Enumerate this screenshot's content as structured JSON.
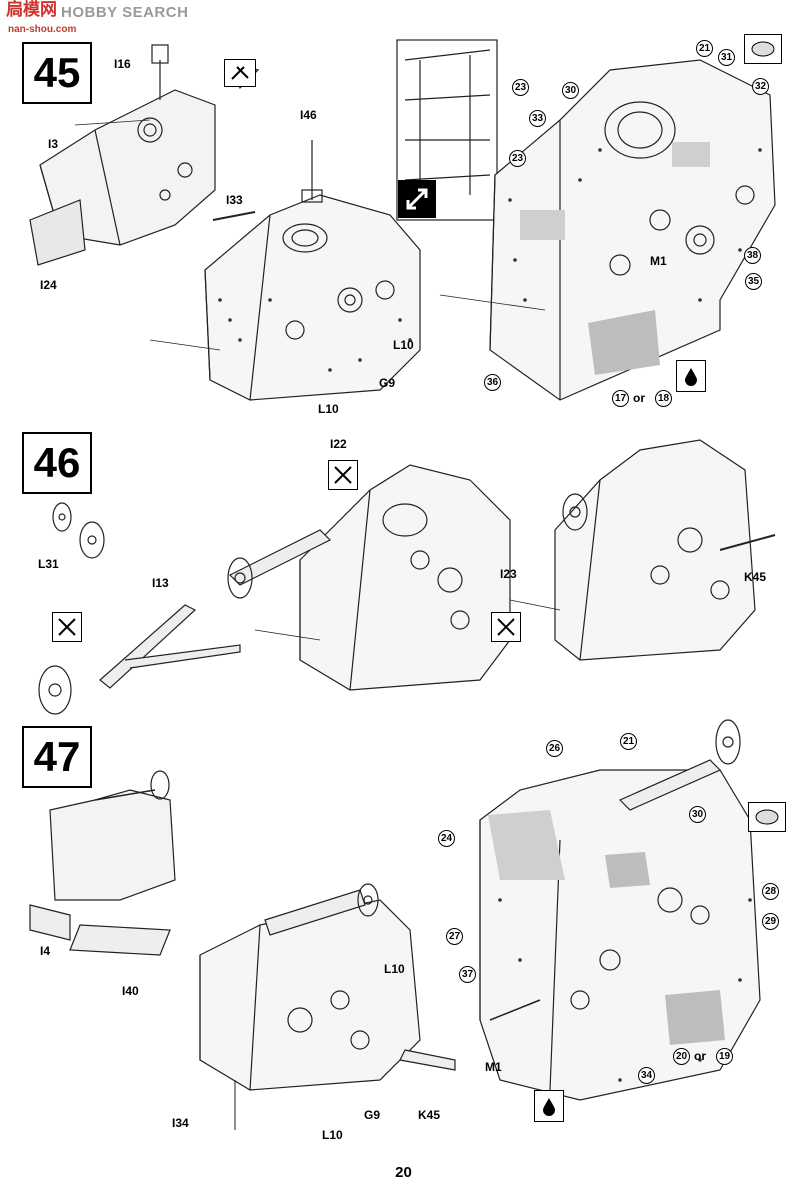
{
  "watermark": {
    "logo": "扃模网",
    "search": "HOBBY SEARCH",
    "url": "nan-shou.com"
  },
  "page_number": "20",
  "steps": [
    {
      "number": "45",
      "part_labels": [
        "I16",
        "I3",
        "I24",
        "I46",
        "I33",
        "L10",
        "G9",
        "L10",
        "M1"
      ],
      "circled_refs": [
        "21",
        "31",
        "32",
        "23",
        "30",
        "33",
        "23",
        "38",
        "35",
        "36",
        "17",
        "18"
      ],
      "or_text": "or",
      "icons": [
        "glue-icon",
        "flip-icon",
        "paint-drop-icon",
        "swatch-icon"
      ]
    },
    {
      "number": "46",
      "part_labels": [
        "L31",
        "I13",
        "I22",
        "I23",
        "K45"
      ],
      "icons": [
        "no-glue-icon",
        "no-glue-icon",
        "no-glue-icon"
      ]
    },
    {
      "number": "47",
      "part_labels": [
        "I4",
        "I40",
        "L10",
        "I34",
        "G9",
        "L10",
        "K45",
        "M1"
      ],
      "circled_refs": [
        "26",
        "21",
        "24",
        "30",
        "28",
        "27",
        "29",
        "37",
        "34",
        "20",
        "19"
      ],
      "or_text": "or",
      "icons": [
        "swatch-icon",
        "paint-drop-icon"
      ]
    }
  ]
}
